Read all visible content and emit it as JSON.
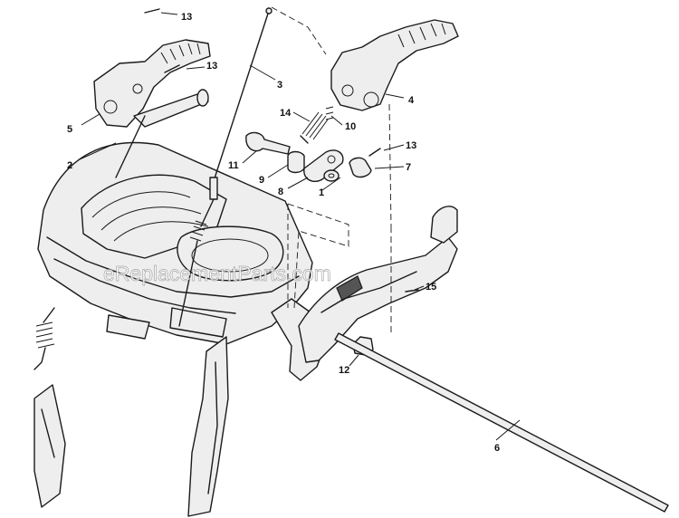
{
  "watermark": "eReplacementParts.com",
  "callouts": {
    "c1": "1",
    "c2": "2",
    "c3": "3",
    "c4": "4",
    "c5": "5",
    "c6": "6",
    "c7": "7",
    "c8": "8",
    "c9": "9",
    "c10": "10",
    "c11": "11",
    "c12": "12",
    "c13a": "13",
    "c13b": "13",
    "c13c": "13",
    "c14": "14",
    "c15": "15"
  }
}
